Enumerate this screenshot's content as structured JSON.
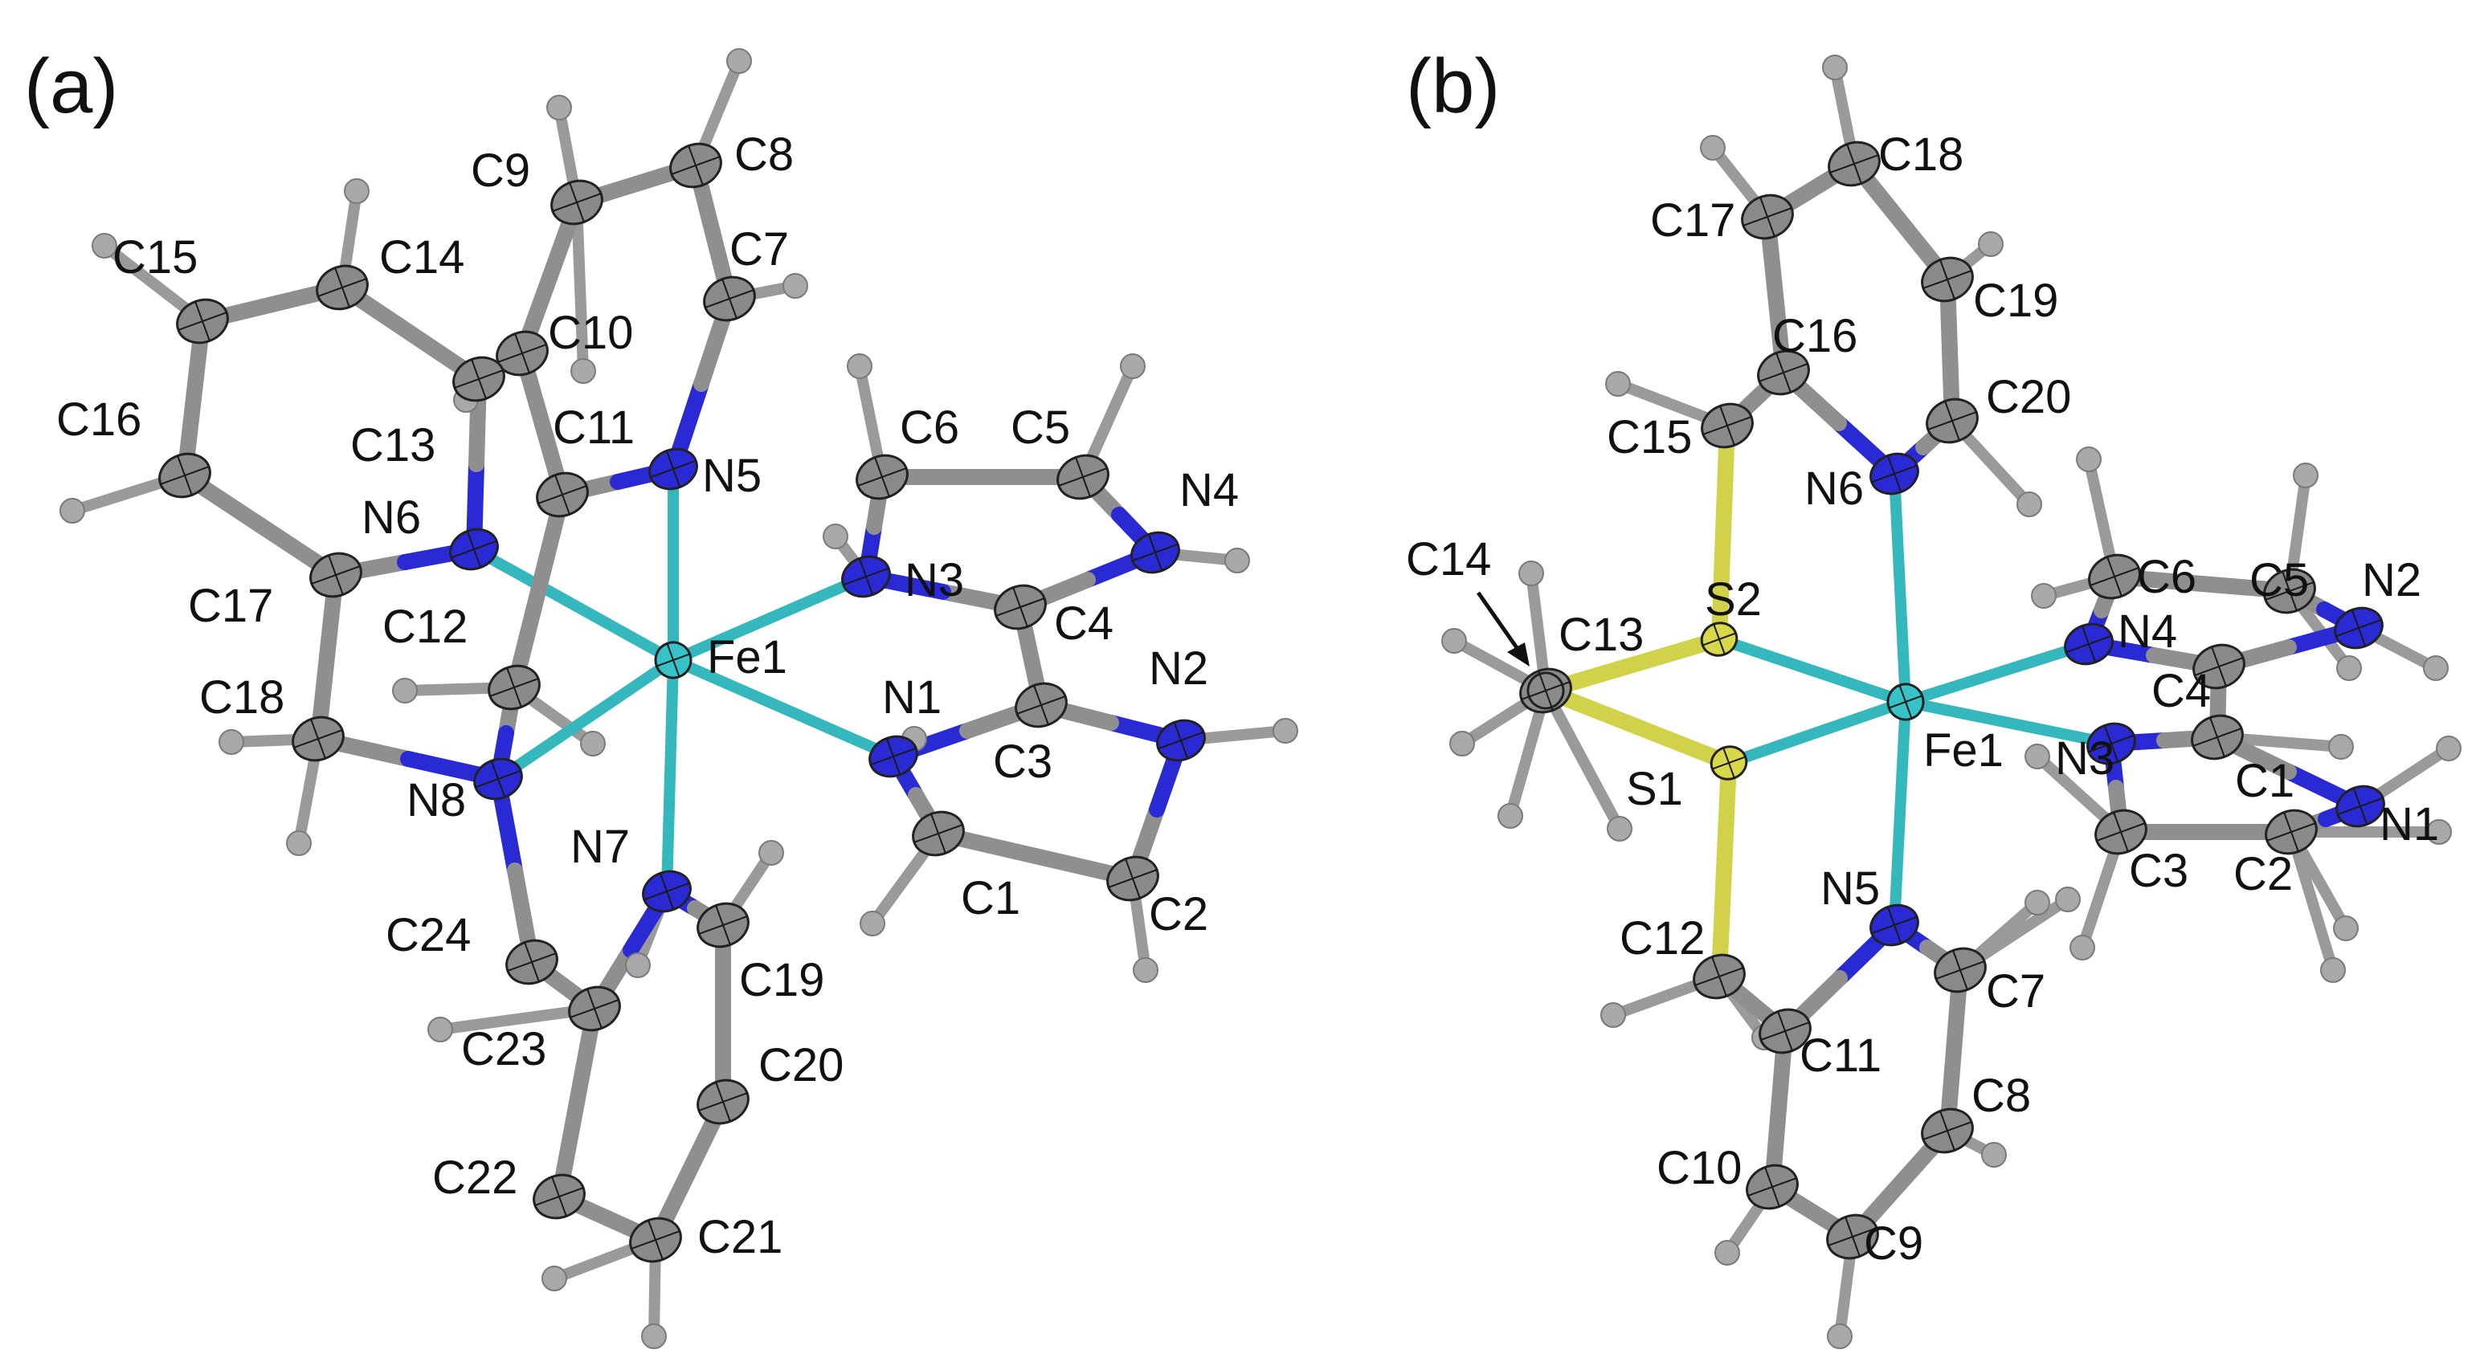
{
  "colors": {
    "carbon": "#8a8a8a",
    "carbon_dark": "#3a3a3a",
    "hydrogen": "#a9a9a9",
    "nitrogen": "#2a2ad4",
    "iron": "#35c3c8",
    "sulfur": "#d8d84a",
    "bond_cc": "#8f8f8f",
    "bond_fe": "#35b8bd",
    "bond_n": "#2a2ad4",
    "bond_s": "#d2d24a",
    "text": "#111111"
  },
  "panel_a": {
    "panel_label": "(a)",
    "atom_labels": [
      "Fe1",
      "N1",
      "N2",
      "N3",
      "N4",
      "N5",
      "N6",
      "N7",
      "N8",
      "C1",
      "C2",
      "C3",
      "C4",
      "C5",
      "C6",
      "C7",
      "C8",
      "C9",
      "C10",
      "C11",
      "C12",
      "C13",
      "C14",
      "C15",
      "C16",
      "C17",
      "C18",
      "C19",
      "C20",
      "C21",
      "C22",
      "C23",
      "C24"
    ]
  },
  "panel_b": {
    "panel_label": "(b)",
    "atom_labels": [
      "Fe1",
      "S1",
      "S2",
      "N1",
      "N2",
      "N3",
      "N4",
      "N5",
      "N6",
      "C1",
      "C2",
      "C3",
      "C4",
      "C5",
      "C6",
      "C7",
      "C8",
      "C9",
      "C10",
      "C11",
      "C12",
      "C13",
      "C14",
      "C15",
      "C16",
      "C17",
      "C18",
      "C19",
      "C20"
    ]
  }
}
